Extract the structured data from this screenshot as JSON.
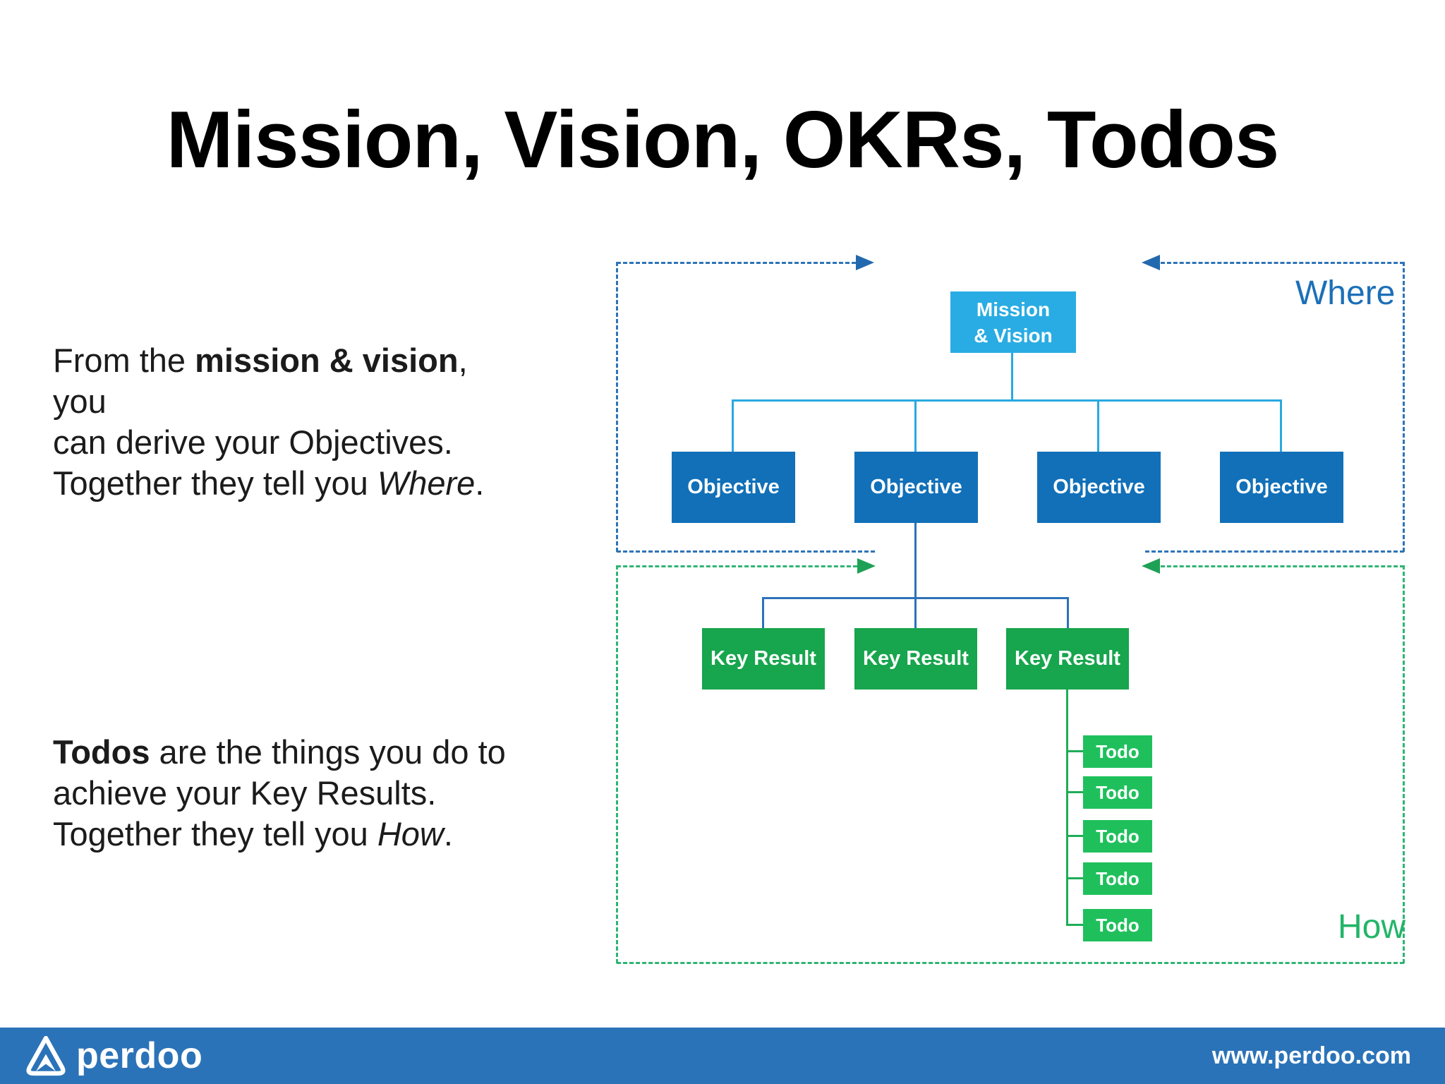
{
  "slide": {
    "title": "Mission, Vision, OKRs, Todos"
  },
  "paragraphs": {
    "first": [
      {
        "t": "From the "
      },
      {
        "t": "mission & vision",
        "b": true
      },
      {
        "t": ", you"
      },
      {
        "br": true
      },
      {
        "t": "can derive your Objectives."
      },
      {
        "br": true
      },
      {
        "t": "Together they tell you "
      },
      {
        "t": "Where",
        "i": true
      },
      {
        "t": "."
      }
    ],
    "second": [
      {
        "t": "Todos",
        "b": true
      },
      {
        "t": " are the things you do to"
      },
      {
        "br": true
      },
      {
        "t": "achieve your Key Results."
      },
      {
        "br": true
      },
      {
        "t": "Together they tell you "
      },
      {
        "t": "How",
        "i": true
      },
      {
        "t": "."
      }
    ]
  },
  "diagram": {
    "where_label": "Where",
    "how_label": "How",
    "mission_lines": [
      "Mission",
      "& Vision"
    ],
    "objectives": [
      "Objective",
      "Objective",
      "Objective",
      "Objective"
    ],
    "key_results": [
      "Key Result",
      "Key Result",
      "Key Result"
    ],
    "todos": [
      "Todo",
      "Todo",
      "Todo",
      "Todo",
      "Todo"
    ]
  },
  "footer": {
    "brand": "perdoo",
    "url": "www.perdoo.com"
  },
  "colors": {
    "mission_box": "#29ACE3",
    "objective_box": "#1170B8",
    "key_result_box": "#17A54D",
    "todo_box": "#1FC05C",
    "connector_light_blue": "#29A9E0",
    "connector_dark_blue": "#2E72B8",
    "connector_green": "#1FAD58",
    "dashed_blue": "#2E74B8",
    "dashed_green": "#2FB573",
    "arrow_blue": "#2268AE",
    "arrow_green": "#1FA155",
    "where_label": "#1C6FB8",
    "how_label": "#22B568",
    "footer_bar": "#2B73B8"
  }
}
